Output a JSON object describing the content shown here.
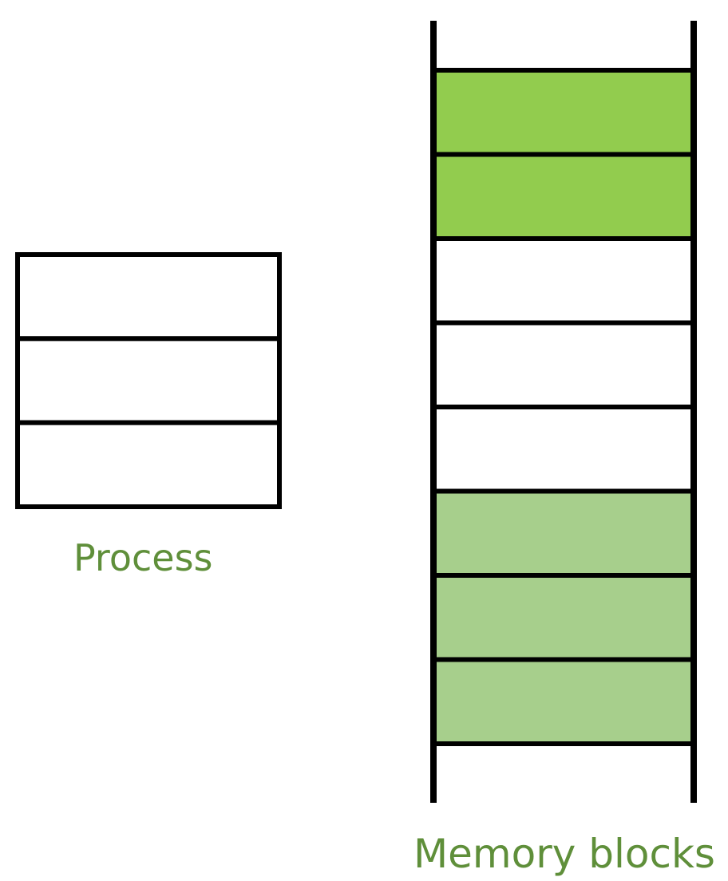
{
  "process": {
    "label": "Process",
    "pages": 3
  },
  "memory": {
    "label": "Memory blocks",
    "blocks": [
      {
        "state": "allocated"
      },
      {
        "state": "allocated"
      },
      {
        "state": "free"
      },
      {
        "state": "free"
      },
      {
        "state": "free"
      },
      {
        "state": "occupied"
      },
      {
        "state": "occupied"
      },
      {
        "state": "occupied"
      }
    ]
  },
  "colors": {
    "allocated": "#92cc4e",
    "occupied": "#a7cf8c",
    "free": "#ffffff",
    "outline": "#000000",
    "label": "#5f8f3a"
  }
}
